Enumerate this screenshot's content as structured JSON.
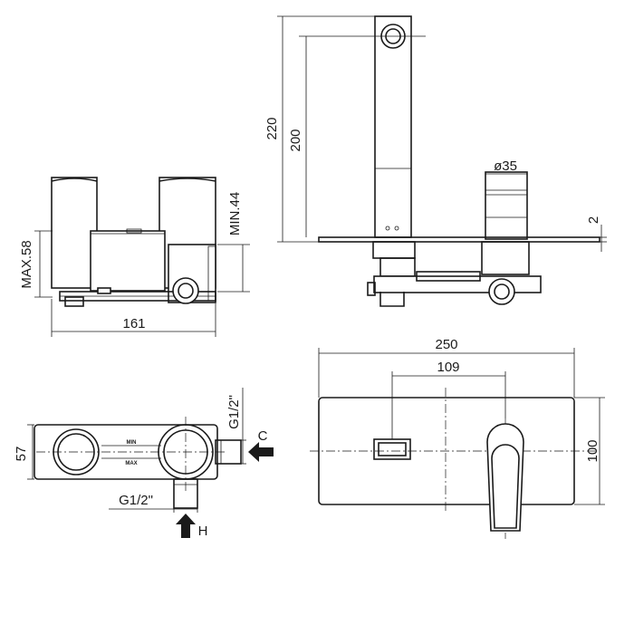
{
  "dimensions": {
    "max_depth": "MAX.58",
    "min_depth": "MIN.44",
    "body_width": "161",
    "spout_height_total": "220",
    "spout_height": "200",
    "diameter": "ø35",
    "plate_thickness": "2",
    "plate_width": "250",
    "centers": "109",
    "plate_height": "100",
    "body_depth": "57",
    "thread_cold": "G1/2\"",
    "thread_hot": "G1/2\""
  },
  "labels": {
    "cold": "C",
    "hot": "H",
    "min_mark": "MIN",
    "max_mark": "MAX"
  }
}
